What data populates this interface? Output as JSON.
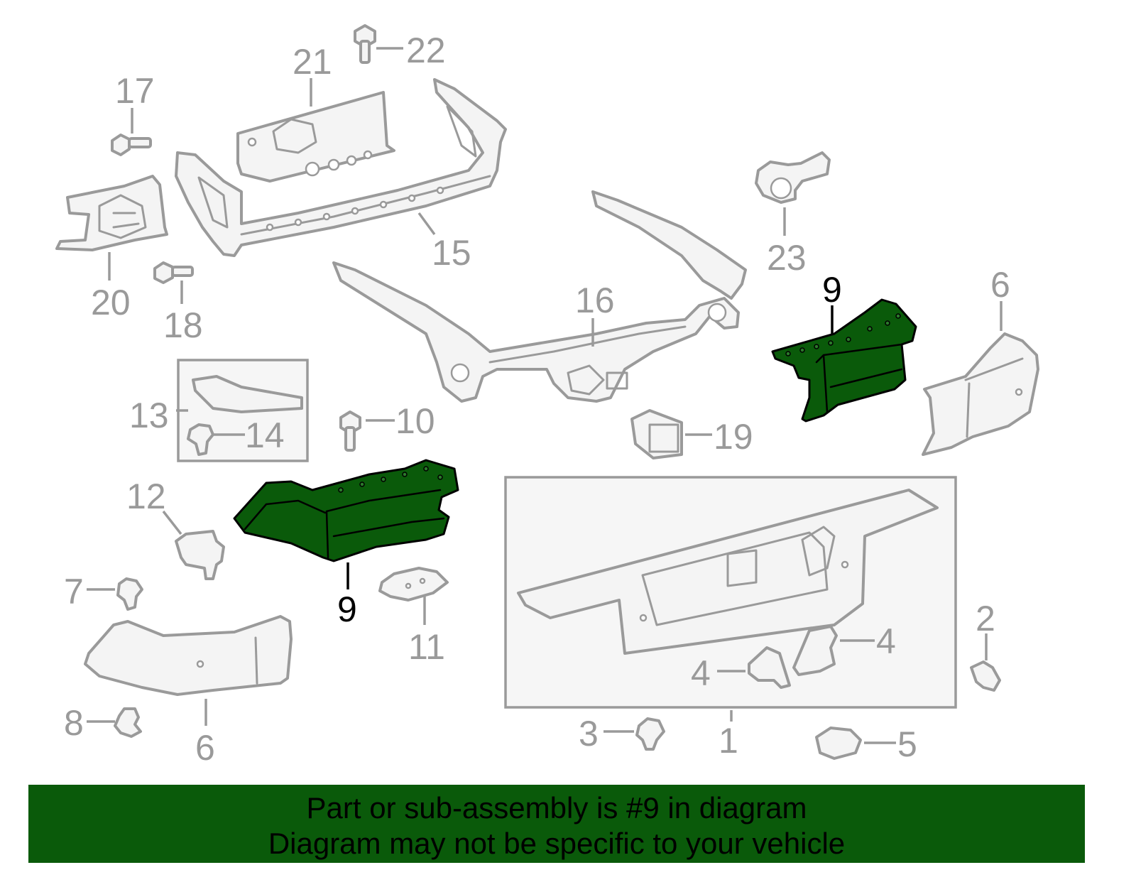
{
  "callouts": {
    "c1": "1",
    "c2": "2",
    "c3": "3",
    "c4a": "4",
    "c4b": "4",
    "c5": "5",
    "c6a": "6",
    "c6b": "6",
    "c7": "7",
    "c8": "8",
    "c9a": "9",
    "c9b": "9",
    "c10": "10",
    "c11": "11",
    "c12": "12",
    "c13": "13",
    "c14": "14",
    "c15": "15",
    "c16": "16",
    "c17": "17",
    "c18": "18",
    "c19": "19",
    "c20": "20",
    "c21": "21",
    "c22": "22",
    "c23": "23"
  },
  "footer": {
    "line1": "Part or sub-assembly is #9 in diagram",
    "line2": "Diagram may not be specific to your vehicle"
  },
  "colors": {
    "highlight": "#0a5a0a",
    "outline": "#9a9a9a"
  }
}
